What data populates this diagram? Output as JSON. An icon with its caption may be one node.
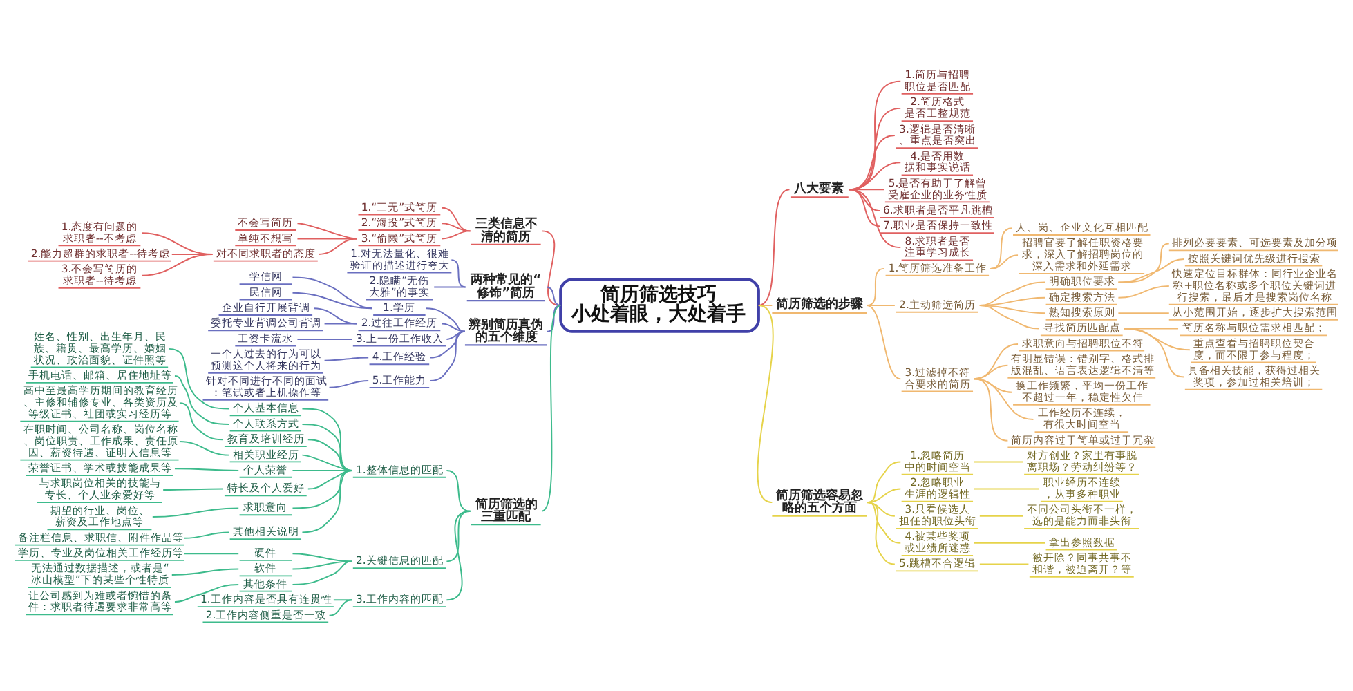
{
  "diagram": {
    "nodes": [
      {
        "text": [
          "简历筛选技巧",
          "小处着眼，大处着手"
        ]
      },
      {
        "text": [
          "八大要素"
        ]
      },
      {
        "text": [
          "1.简历与招聘职位是否匹配"
        ]
      },
      {
        "text": [
          "2.简历格式是否工整规范"
        ]
      },
      {
        "text": [
          "3.逻辑是否清晰、重点是否突出"
        ]
      },
      {
        "text": [
          "4.是否用数据和事实说话"
        ]
      },
      {
        "text": [
          "5.是否有助于了解曾受雇企业的业务性质"
        ]
      },
      {
        "text": [
          "6.求职者是否平凡跳槽"
        ]
      },
      {
        "text": [
          "7.职业是否保持一致性"
        ]
      },
      {
        "text": [
          "8.求职者是否注重学习成长"
        ]
      },
      {
        "text": [
          "简历筛选的步骤"
        ]
      },
      {
        "text": [
          "1.简历筛选准备工作"
        ]
      },
      {
        "text": [
          "人、岗、企业文化互相匹配"
        ]
      },
      {
        "text": [
          "招聘官要了解任职资格要求，深入了解招聘岗位的深入需求和外延需求"
        ]
      },
      {
        "text": [
          "2.主动筛选简历"
        ]
      },
      {
        "text": [
          "明确职位要求"
        ]
      },
      {
        "text": [
          "排列必要要素、可选要素及加分项"
        ]
      },
      {
        "text": [
          "按照关键词优先级进行搜索"
        ]
      },
      {
        "text": [
          "确定搜索方法"
        ]
      },
      {
        "text": [
          "快速定位目标群体：同行业企业名称+职位名称或多个职位关键词进行搜索，最后才是搜索岗位名称"
        ]
      },
      {
        "text": [
          "熟知搜索原则"
        ]
      },
      {
        "text": [
          "从小范围开始，逐步扩大搜索范围"
        ]
      },
      {
        "text": [
          "寻找简历匹配点"
        ]
      },
      {
        "text": [
          "简历名称与职位需求相匹配；"
        ]
      },
      {
        "text": [
          "重点查看与招聘职位契合度，而不限于参与程度；"
        ]
      },
      {
        "text": [
          "具备相关技能，获得过相关奖项，参加过相关培训；"
        ]
      },
      {
        "text": [
          "3.过滤掉不符合要求的简历"
        ]
      },
      {
        "text": [
          "求职意向与招聘职位不符"
        ]
      },
      {
        "text": [
          "有明显错误：错别字、格式排版混乱、语言表达逻辑不清等"
        ]
      },
      {
        "text": [
          "换工作频繁，平均一份工作不超过一年，稳定性欠佳"
        ]
      },
      {
        "text": [
          "工作经历不连续，有很大时间空当"
        ]
      },
      {
        "text": [
          "简历内容过于简单或过于冗杂"
        ]
      },
      {
        "text": [
          "简历筛选容易忽略的五个方面"
        ]
      },
      {
        "text": [
          "1.忽略简历中的时间空当"
        ]
      },
      {
        "text": [
          "对方创业？家里有事脱离职场？劳动纠纷等？"
        ]
      },
      {
        "text": [
          "2.忽略职业生涯的逻辑性"
        ]
      },
      {
        "text": [
          "职业经历不连续，从事多种职业"
        ]
      },
      {
        "text": [
          "3.只看候选人担任的职位头衔"
        ]
      },
      {
        "text": [
          "不同公司头衔不一样，选的是能力而非头衔"
        ]
      },
      {
        "text": [
          "4.被某些奖项或业绩所迷惑"
        ]
      },
      {
        "text": [
          "拿出参照数据"
        ]
      },
      {
        "text": [
          "5.跳槽不合逻辑"
        ]
      },
      {
        "text": [
          "被开除？同事共事不和谐，被迫离开？等"
        ]
      },
      {
        "text": [
          "三类信息不清的简历"
        ]
      },
      {
        "text": [
          "1.“三无”式简历"
        ]
      },
      {
        "text": [
          "2.“海投”式简历"
        ]
      },
      {
        "text": [
          "3.“偷懒”式简历"
        ]
      },
      {
        "text": [
          "不会写简历"
        ]
      },
      {
        "text": [
          "单纯不想写"
        ]
      },
      {
        "text": [
          "对不同求职者的态度"
        ]
      },
      {
        "text": [
          "1.态度有问题的求职者--不考虑"
        ]
      },
      {
        "text": [
          "2.能力超群的求职者--待考虑"
        ]
      },
      {
        "text": [
          "3.不会写简历的求职者--待考虑"
        ]
      },
      {
        "text": [
          "两种常见的“修饰”简历"
        ]
      },
      {
        "text": [
          "1.对无法量化、很难验证的描述进行夸大"
        ]
      },
      {
        "text": [
          "2.隐瞒“无伤大雅”的事实"
        ]
      },
      {
        "text": [
          "辨别简历真伪的五个维度"
        ]
      },
      {
        "text": [
          "1.学历"
        ]
      },
      {
        "text": [
          "学信网"
        ]
      },
      {
        "text": [
          "民信网"
        ]
      },
      {
        "text": [
          "2.过往工作经历"
        ]
      },
      {
        "text": [
          "企业自行开展背调"
        ]
      },
      {
        "text": [
          "委托专业背调公司背调"
        ]
      },
      {
        "text": [
          "3.上一份工作收入"
        ]
      },
      {
        "text": [
          "工资卡流水"
        ]
      },
      {
        "text": [
          "4.工作经验"
        ]
      },
      {
        "text": [
          "一个人过去的行为可以预测这个人将来的行为"
        ]
      },
      {
        "text": [
          "5.工作能力"
        ]
      },
      {
        "text": [
          "针对不同进行不同的面试：笔试或者上机操作等"
        ]
      },
      {
        "text": [
          "简历筛选的三重匹配"
        ]
      },
      {
        "text": [
          "1.整体信息的匹配"
        ]
      },
      {
        "text": [
          "个人基本信息"
        ]
      },
      {
        "text": [
          "姓名、性别、出生年月、民族、籍贯、最高学历、婚姻状况、政治面貌、证件照等"
        ]
      },
      {
        "text": [
          "个人联系方式"
        ]
      },
      {
        "text": [
          "手机电话、邮箱、居住地址等"
        ]
      },
      {
        "text": [
          "教育及培训经历"
        ]
      },
      {
        "text": [
          "高中至最高学历期间的教育经历、主修和辅修专业、各类资历及等级证书、社团或实习经历等"
        ]
      },
      {
        "text": [
          "相关职业经历"
        ]
      },
      {
        "text": [
          "在职时间、公司名称、岗位名称、岗位职责、工作成果、责任原因、薪资待遇、证明人信息等"
        ]
      },
      {
        "text": [
          "个人荣誉"
        ]
      },
      {
        "text": [
          "荣誉证书、学术或技能成果等"
        ]
      },
      {
        "text": [
          "特长及个人爱好"
        ]
      },
      {
        "text": [
          "与求职岗位相关的技能与专长、个人业余爱好等"
        ]
      },
      {
        "text": [
          "求职意向"
        ]
      },
      {
        "text": [
          "期望的行业、岗位、薪资及工作地点等"
        ]
      },
      {
        "text": [
          "其他相关说明"
        ]
      },
      {
        "text": [
          "备注栏信息、求职信、附件作品等"
        ]
      },
      {
        "text": [
          "2.关键信息的匹配"
        ]
      },
      {
        "text": [
          "硬件"
        ]
      },
      {
        "text": [
          "学历、专业及岗位相关工作经历等"
        ]
      },
      {
        "text": [
          "软件"
        ]
      },
      {
        "text": [
          "无法通过数据描述，或者是“冰山模型”下的某些个性特质"
        ]
      },
      {
        "text": [
          "其他条件"
        ]
      },
      {
        "text": [
          "让公司感到为难或者惋惜的条件：求职者待遇要求非常高等"
        ]
      },
      {
        "text": [
          "3.工作内容的匹配"
        ]
      },
      {
        "text": [
          "1.工作内容是否具有连贯性"
        ]
      },
      {
        "text": [
          "2.工作内容侧重是否一致"
        ]
      }
    ],
    "edges": [
      {
        "from": 0,
        "to": 1,
        "arrow": "none",
        "color": "#e06060"
      },
      {
        "from": 1,
        "to": 2,
        "arrow": "none",
        "color": "#e06060"
      },
      {
        "from": 1,
        "to": 3,
        "arrow": "none",
        "color": "#e06060"
      },
      {
        "from": 1,
        "to": 4,
        "arrow": "none",
        "color": "#e06060"
      },
      {
        "from": 1,
        "to": 5,
        "arrow": "none",
        "color": "#e06060"
      },
      {
        "from": 1,
        "to": 6,
        "arrow": "none",
        "color": "#e06060"
      },
      {
        "from": 1,
        "to": 7,
        "arrow": "none",
        "color": "#e06060"
      },
      {
        "from": 1,
        "to": 8,
        "arrow": "none",
        "color": "#e06060"
      },
      {
        "from": 1,
        "to": 9,
        "arrow": "none",
        "color": "#e06060"
      },
      {
        "from": 0,
        "to": 10,
        "arrow": "none",
        "color": "#f0b870"
      },
      {
        "from": 10,
        "to": 11,
        "arrow": "none",
        "color": "#f0b870"
      },
      {
        "from": 11,
        "to": 12,
        "arrow": "none",
        "color": "#f0b870"
      },
      {
        "from": 11,
        "to": 13,
        "arrow": "none",
        "color": "#f0b870"
      },
      {
        "from": 10,
        "to": 14,
        "arrow": "none",
        "color": "#f0b870"
      },
      {
        "from": 14,
        "to": 15,
        "arrow": "none",
        "color": "#f0b870"
      },
      {
        "from": 15,
        "to": 16,
        "arrow": "none",
        "color": "#f0b870"
      },
      {
        "from": 15,
        "to": 17,
        "arrow": "none",
        "color": "#f0b870"
      },
      {
        "from": 14,
        "to": 18,
        "arrow": "none",
        "color": "#f0b870"
      },
      {
        "from": 18,
        "to": 19,
        "arrow": "none",
        "color": "#f0b870"
      },
      {
        "from": 14,
        "to": 20,
        "arrow": "none",
        "color": "#f0b870"
      },
      {
        "from": 20,
        "to": 21,
        "arrow": "none",
        "color": "#f0b870"
      },
      {
        "from": 14,
        "to": 22,
        "arrow": "none",
        "color": "#f0b870"
      },
      {
        "from": 22,
        "to": 23,
        "arrow": "none",
        "color": "#f0b870"
      },
      {
        "from": 22,
        "to": 24,
        "arrow": "none",
        "color": "#f0b870"
      },
      {
        "from": 22,
        "to": 25,
        "arrow": "none",
        "color": "#f0b870"
      },
      {
        "from": 10,
        "to": 26,
        "arrow": "none",
        "color": "#f0b870"
      },
      {
        "from": 26,
        "to": 27,
        "arrow": "none",
        "color": "#f0b870"
      },
      {
        "from": 26,
        "to": 28,
        "arrow": "none",
        "color": "#f0b870"
      },
      {
        "from": 26,
        "to": 29,
        "arrow": "none",
        "color": "#f0b870"
      },
      {
        "from": 26,
        "to": 30,
        "arrow": "none",
        "color": "#f0b870"
      },
      {
        "from": 26,
        "to": 31,
        "arrow": "none",
        "color": "#f0b870"
      },
      {
        "from": 0,
        "to": 32,
        "arrow": "none",
        "color": "#e6d34a"
      },
      {
        "from": 32,
        "to": 33,
        "arrow": "none",
        "color": "#e6d34a"
      },
      {
        "from": 33,
        "to": 34,
        "arrow": "none",
        "color": "#e6d34a"
      },
      {
        "from": 32,
        "to": 35,
        "arrow": "none",
        "color": "#e6d34a"
      },
      {
        "from": 35,
        "to": 36,
        "arrow": "none",
        "color": "#e6d34a"
      },
      {
        "from": 32,
        "to": 37,
        "arrow": "none",
        "color": "#e6d34a"
      },
      {
        "from": 37,
        "to": 38,
        "arrow": "none",
        "color": "#e6d34a"
      },
      {
        "from": 32,
        "to": 39,
        "arrow": "none",
        "color": "#e6d34a"
      },
      {
        "from": 39,
        "to": 40,
        "arrow": "none",
        "color": "#e6d34a"
      },
      {
        "from": 32,
        "to": 41,
        "arrow": "none",
        "color": "#e6d34a"
      },
      {
        "from": 41,
        "to": 42,
        "arrow": "none",
        "color": "#e6d34a"
      },
      {
        "from": 43,
        "to": 0,
        "arrow": "none",
        "color": "#e06060"
      },
      {
        "from": 44,
        "to": 43,
        "arrow": "none",
        "color": "#e06060"
      },
      {
        "from": 45,
        "to": 43,
        "arrow": "none",
        "color": "#e06060"
      },
      {
        "from": 46,
        "to": 43,
        "arrow": "none",
        "color": "#e06060"
      },
      {
        "from": 47,
        "to": 46,
        "arrow": "none",
        "color": "#e06060"
      },
      {
        "from": 48,
        "to": 46,
        "arrow": "none",
        "color": "#e06060"
      },
      {
        "from": 49,
        "to": 46,
        "arrow": "none",
        "color": "#e06060"
      },
      {
        "from": 50,
        "to": 49,
        "arrow": "none",
        "color": "#e06060"
      },
      {
        "from": 51,
        "to": 49,
        "arrow": "none",
        "color": "#e06060"
      },
      {
        "from": 52,
        "to": 49,
        "arrow": "none",
        "color": "#e06060"
      },
      {
        "from": 53,
        "to": 0,
        "arrow": "none",
        "color": "#6a6fc0"
      },
      {
        "from": 54,
        "to": 53,
        "arrow": "none",
        "color": "#6a6fc0"
      },
      {
        "from": 55,
        "to": 53,
        "arrow": "none",
        "color": "#6a6fc0"
      },
      {
        "from": 56,
        "to": 0,
        "arrow": "none",
        "color": "#6a6fc0"
      },
      {
        "from": 57,
        "to": 56,
        "arrow": "none",
        "color": "#6a6fc0"
      },
      {
        "from": 58,
        "to": 57,
        "arrow": "none",
        "color": "#6a6fc0"
      },
      {
        "from": 59,
        "to": 57,
        "arrow": "none",
        "color": "#6a6fc0"
      },
      {
        "from": 60,
        "to": 56,
        "arrow": "none",
        "color": "#6a6fc0"
      },
      {
        "from": 61,
        "to": 60,
        "arrow": "none",
        "color": "#6a6fc0"
      },
      {
        "from": 62,
        "to": 60,
        "arrow": "none",
        "color": "#6a6fc0"
      },
      {
        "from": 63,
        "to": 56,
        "arrow": "none",
        "color": "#6a6fc0"
      },
      {
        "from": 64,
        "to": 63,
        "arrow": "none",
        "color": "#6a6fc0"
      },
      {
        "from": 65,
        "to": 56,
        "arrow": "none",
        "color": "#6a6fc0"
      },
      {
        "from": 66,
        "to": 65,
        "arrow": "none",
        "color": "#6a6fc0"
      },
      {
        "from": 67,
        "to": 56,
        "arrow": "none",
        "color": "#6a6fc0"
      },
      {
        "from": 68,
        "to": 67,
        "arrow": "none",
        "color": "#6a6fc0"
      },
      {
        "from": 69,
        "to": 0,
        "arrow": "none",
        "color": "#3dbb8c"
      },
      {
        "from": 70,
        "to": 69,
        "arrow": "none",
        "color": "#3dbb8c"
      },
      {
        "from": 71,
        "to": 70,
        "arrow": "none",
        "color": "#3dbb8c"
      },
      {
        "from": 72,
        "to": 71,
        "arrow": "none",
        "color": "#3dbb8c"
      },
      {
        "from": 73,
        "to": 70,
        "arrow": "none",
        "color": "#3dbb8c"
      },
      {
        "from": 74,
        "to": 73,
        "arrow": "none",
        "color": "#3dbb8c"
      },
      {
        "from": 75,
        "to": 70,
        "arrow": "none",
        "color": "#3dbb8c"
      },
      {
        "from": 76,
        "to": 75,
        "arrow": "none",
        "color": "#3dbb8c"
      },
      {
        "from": 77,
        "to": 70,
        "arrow": "none",
        "color": "#3dbb8c"
      },
      {
        "from": 78,
        "to": 77,
        "arrow": "none",
        "color": "#3dbb8c"
      },
      {
        "from": 79,
        "to": 70,
        "arrow": "none",
        "color": "#3dbb8c"
      },
      {
        "from": 80,
        "to": 79,
        "arrow": "none",
        "color": "#3dbb8c"
      },
      {
        "from": 81,
        "to": 70,
        "arrow": "none",
        "color": "#3dbb8c"
      },
      {
        "from": 82,
        "to": 81,
        "arrow": "none",
        "color": "#3dbb8c"
      },
      {
        "from": 83,
        "to": 70,
        "arrow": "none",
        "color": "#3dbb8c"
      },
      {
        "from": 84,
        "to": 83,
        "arrow": "none",
        "color": "#3dbb8c"
      },
      {
        "from": 85,
        "to": 70,
        "arrow": "none",
        "color": "#3dbb8c"
      },
      {
        "from": 86,
        "to": 85,
        "arrow": "none",
        "color": "#3dbb8c"
      },
      {
        "from": 87,
        "to": 69,
        "arrow": "none",
        "color": "#3dbb8c"
      },
      {
        "from": 88,
        "to": 87,
        "arrow": "none",
        "color": "#3dbb8c"
      },
      {
        "from": 89,
        "to": 88,
        "arrow": "none",
        "color": "#3dbb8c"
      },
      {
        "from": 90,
        "to": 87,
        "arrow": "none",
        "color": "#3dbb8c"
      },
      {
        "from": 91,
        "to": 90,
        "arrow": "none",
        "color": "#3dbb8c"
      },
      {
        "from": 92,
        "to": 87,
        "arrow": "none",
        "color": "#3dbb8c"
      },
      {
        "from": 93,
        "to": 92,
        "arrow": "none",
        "color": "#3dbb8c"
      },
      {
        "from": 94,
        "to": 69,
        "arrow": "none",
        "color": "#3dbb8c"
      },
      {
        "from": 95,
        "to": 94,
        "arrow": "none",
        "color": "#3dbb8c"
      },
      {
        "from": 96,
        "to": 94,
        "arrow": "none",
        "color": "#3dbb8c"
      }
    ]
  }
}
